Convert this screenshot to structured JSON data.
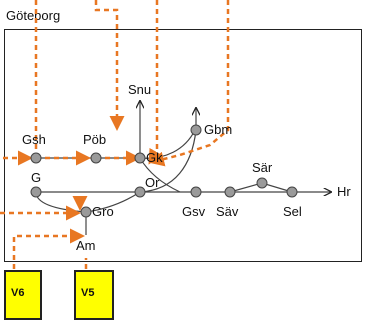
{
  "region_label": "Göteborg",
  "stations": {
    "snu": "Snu",
    "gsh": "Gsh",
    "pob": "Pöb",
    "gk": "Gk",
    "gbm": "Gbm",
    "g": "G",
    "or": "Or",
    "sar": "Sär",
    "hr": "Hr",
    "gro": "Gro",
    "gsv": "Gsv",
    "sav": "Säv",
    "sel": "Sel",
    "am": "Am"
  },
  "vehicles": {
    "v6": "V6",
    "v5": "V5"
  },
  "colors": {
    "track": "#555555",
    "route": "#e87722",
    "node": "#9a9a9a",
    "vehicle_box": "#ffff00"
  }
}
